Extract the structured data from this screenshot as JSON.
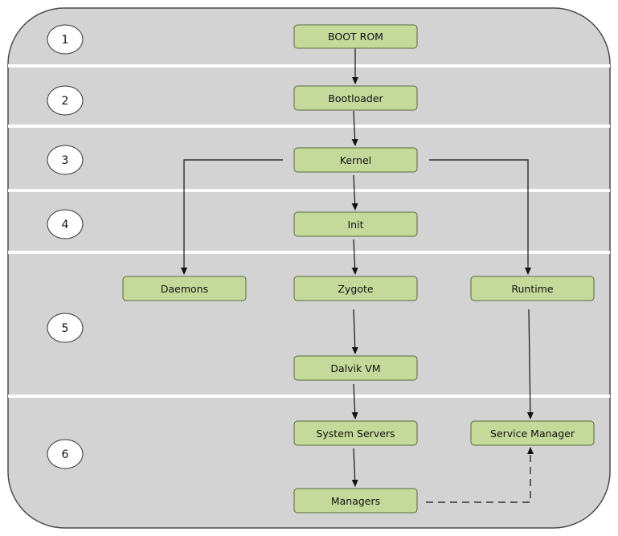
{
  "colors": {
    "panel": "#d3d3d3",
    "panel_border": "#4a4a4a",
    "divider": "#ffffff",
    "box_fill": "#c5d99b",
    "box_border": "#5a6a3c",
    "arrow": "#111111"
  },
  "stages": [
    {
      "label": "1"
    },
    {
      "label": "2"
    },
    {
      "label": "3"
    },
    {
      "label": "4"
    },
    {
      "label": "5"
    },
    {
      "label": "6"
    }
  ],
  "nodes": {
    "boot_rom": "BOOT ROM",
    "bootloader": "Bootloader",
    "kernel": "Kernel",
    "init": "Init",
    "daemons": "Daemons",
    "zygote": "Zygote",
    "runtime": "Runtime",
    "dalvik_vm": "Dalvik VM",
    "system_servers": "System Servers",
    "service_manager": "Service Manager",
    "managers": "Managers"
  }
}
